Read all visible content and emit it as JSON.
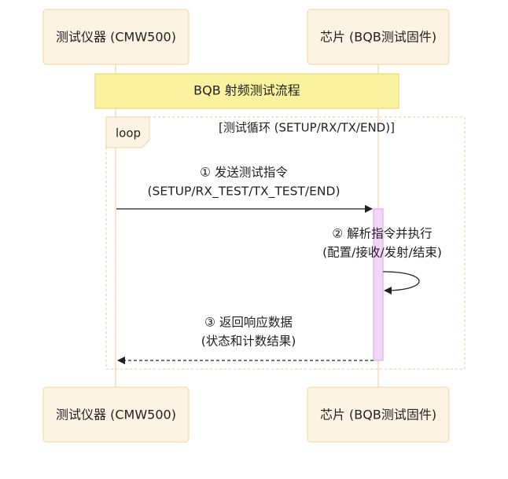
{
  "participants": {
    "instrument": "测试仪器 (CMW500)",
    "chip": "芯片 (BQB测试固件)"
  },
  "note": "BQB 射频测试流程",
  "loop": {
    "tag": "loop",
    "title": "[测试循环 (SETUP/RX/TX/END)]"
  },
  "messages": [
    {
      "line1": "① 发送测试指令",
      "line2": "(SETUP/RX_TEST/TX_TEST/END)"
    },
    {
      "line1": "② 解析指令并执行",
      "line2": "(配置/接收/发射/结束)"
    },
    {
      "line1": "③ 返回响应数据",
      "line2": "(状态和计数结果)"
    }
  ]
}
